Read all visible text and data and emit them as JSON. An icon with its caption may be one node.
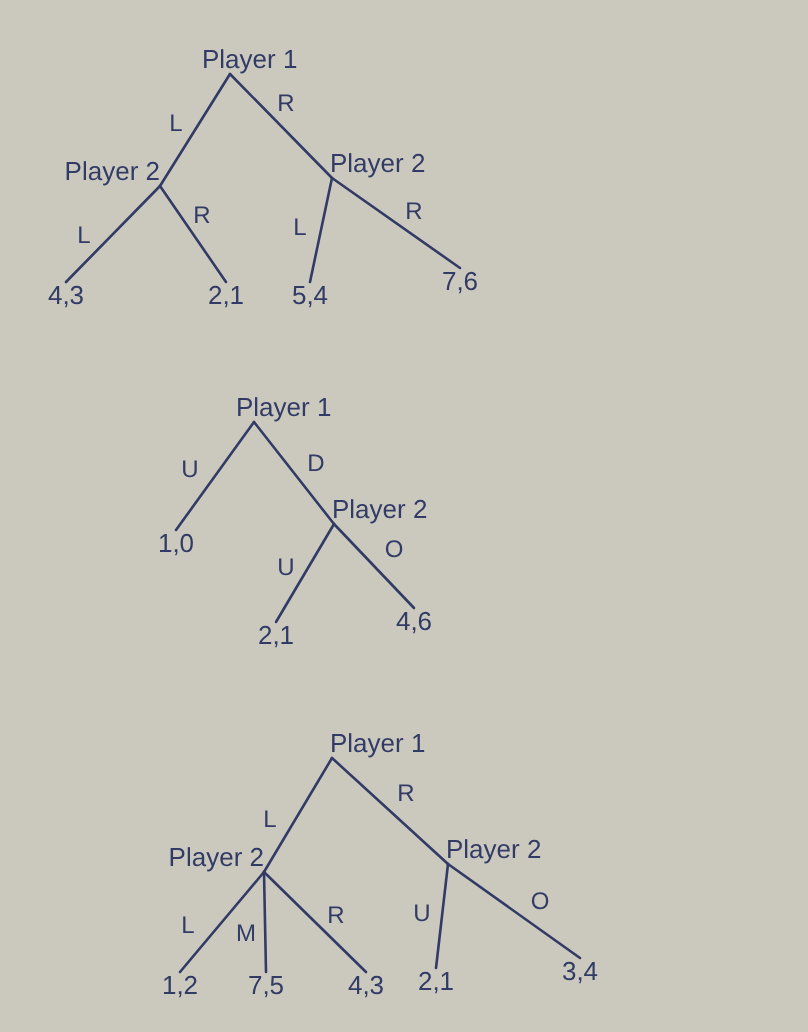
{
  "diagram": {
    "nodes": [
      {
        "text": [
          "Player 1"
        ]
      },
      {
        "text": [
          "Player 2"
        ]
      },
      {
        "text": [
          "Player 2"
        ]
      },
      {
        "text": [
          "4,3"
        ]
      },
      {
        "text": [
          "2,1"
        ]
      },
      {
        "text": [
          "5,4"
        ]
      },
      {
        "text": [
          "7,6"
        ]
      },
      {
        "text": [
          "Player 1"
        ]
      },
      {
        "text": [
          "1,0"
        ]
      },
      {
        "text": [
          "Player 2"
        ]
      },
      {
        "text": [
          "2,1"
        ]
      },
      {
        "text": [
          "4,6"
        ]
      },
      {
        "text": [
          "Player 1"
        ]
      },
      {
        "text": [
          "Player 2"
        ]
      },
      {
        "text": [
          "Player 2"
        ]
      },
      {
        "text": [
          "1,2"
        ]
      },
      {
        "text": [
          "7,5"
        ]
      },
      {
        "text": [
          "4,3"
        ]
      },
      {
        "text": [
          "2,1"
        ]
      },
      {
        "text": [
          "3,4"
        ]
      }
    ],
    "edges": [
      {
        "from": 0,
        "to": 1,
        "label": "L",
        "arrow": "none"
      },
      {
        "from": 0,
        "to": 2,
        "label": "R",
        "arrow": "none"
      },
      {
        "from": 1,
        "to": 3,
        "label": "L",
        "arrow": "none"
      },
      {
        "from": 1,
        "to": 4,
        "label": "R",
        "arrow": "none"
      },
      {
        "from": 2,
        "to": 5,
        "label": "L",
        "arrow": "none"
      },
      {
        "from": 2,
        "to": 6,
        "label": "R",
        "arrow": "none"
      },
      {
        "from": 7,
        "to": 8,
        "label": "U",
        "arrow": "none"
      },
      {
        "from": 7,
        "to": 9,
        "label": "D",
        "arrow": "none"
      },
      {
        "from": 9,
        "to": 10,
        "label": "U",
        "arrow": "none"
      },
      {
        "from": 9,
        "to": 11,
        "label": "O",
        "arrow": "none"
      },
      {
        "from": 12,
        "to": 13,
        "label": "L",
        "arrow": "none"
      },
      {
        "from": 12,
        "to": 14,
        "label": "R",
        "arrow": "none"
      },
      {
        "from": 13,
        "to": 15,
        "label": "L",
        "arrow": "none"
      },
      {
        "from": 13,
        "to": 16,
        "label": "M",
        "arrow": "none"
      },
      {
        "from": 13,
        "to": 17,
        "label": "R",
        "arrow": "none"
      },
      {
        "from": 14,
        "to": 18,
        "label": "U",
        "arrow": "none"
      },
      {
        "from": 14,
        "to": 19,
        "label": "O",
        "arrow": "none"
      }
    ]
  }
}
